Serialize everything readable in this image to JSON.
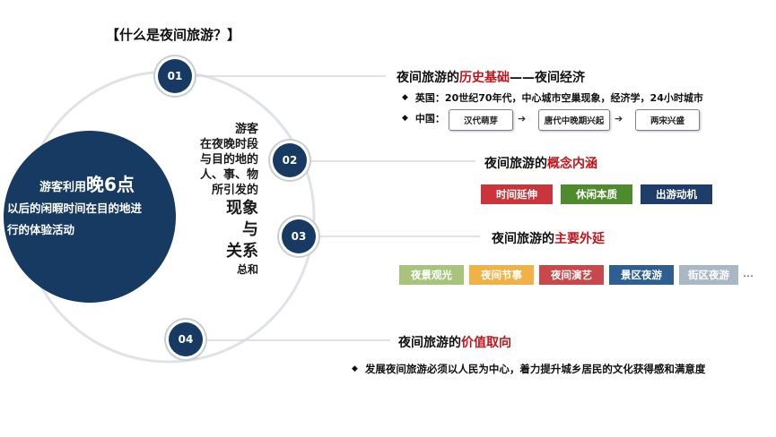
{
  "title": "【什么是夜间旅游？】",
  "big_circle": {
    "line1_prefix": "游客利用",
    "line1_emphasis": "晚6点",
    "line2": "以后的闲暇时间在目的地进",
    "line3": "行的体验活动"
  },
  "definition": {
    "small_lines": [
      "游客",
      "在夜晚时段",
      "与目的地的",
      "人、事、物",
      "所引发的"
    ],
    "big_lines": [
      "现象",
      "与",
      "关系"
    ],
    "tail": "总和"
  },
  "numbers": [
    "01",
    "02",
    "03",
    "04"
  ],
  "sections": {
    "s1": {
      "title_prefix": "夜间旅游的",
      "title_red": "历史基础",
      "title_suffix": "——夜间经济",
      "uk_label": "英国：",
      "uk_text": "20世纪70年代，中心城市空巢现象，经济学，24小时城市",
      "cn_label": "中国：",
      "cn_steps": [
        "汉代萌芽",
        "唐代中晚期兴起",
        "两宋兴盛"
      ]
    },
    "s2": {
      "title_prefix": "夜间旅游的",
      "title_red": "概念内涵",
      "tags": [
        {
          "label": "时间延伸",
          "color": "#c9353b"
        },
        {
          "label": "休闲本质",
          "color": "#4f8a2e"
        },
        {
          "label": "出游动机",
          "color": "#1f3d6b"
        }
      ]
    },
    "s3": {
      "title_prefix": "夜间旅游的",
      "title_red": "主要外延",
      "tags": [
        {
          "label": "夜景观光",
          "color": "#a8c47c"
        },
        {
          "label": "夜间节事",
          "color": "#f1b245"
        },
        {
          "label": "夜间演艺",
          "color": "#c9484b"
        },
        {
          "label": "景区夜游",
          "color": "#2d5f93"
        },
        {
          "label": "街区夜游",
          "color": "#a9b8c4"
        }
      ],
      "more": "…"
    },
    "s4": {
      "title_prefix": "夜间旅游的",
      "title_red": "价值取向",
      "bullet": "发展夜间旅游必须以人民为中心，着力提升城乡居民的文化获得感和满意度"
    }
  },
  "colors": {
    "navy": "#173a63",
    "accent_red": "#c0161b",
    "ring": "#d9dde3"
  }
}
